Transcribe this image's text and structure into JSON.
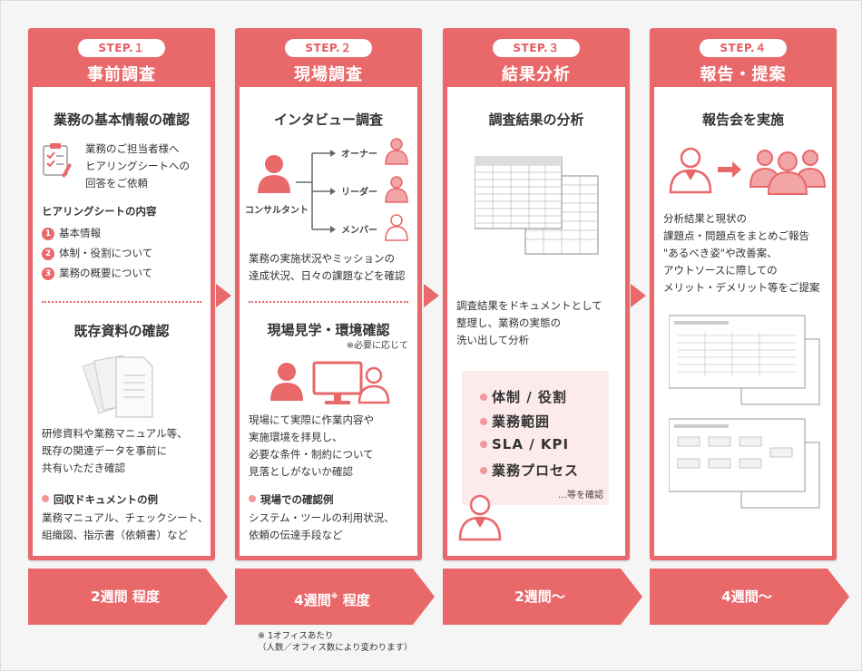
{
  "steps": [
    {
      "label": "STEP.１",
      "title": "事前調査",
      "sec1_title": "業務の基本情報の確認",
      "sec1_text": [
        "業務のご担当者様へ",
        "ヒアリングシートへの",
        "回答をご依頼"
      ],
      "list_heading": "ヒアリングシートの内容",
      "list_items": [
        {
          "num": "1",
          "text": "基本情報"
        },
        {
          "num": "2",
          "text": "体制・役割について"
        },
        {
          "num": "3",
          "text": "業務の概要について"
        }
      ],
      "sec2_title": "既存資料の確認",
      "sec2_text": [
        "研修資料や業務マニュアル等、",
        "既存の関連データを事前に",
        "共有いただき確認"
      ],
      "examples_heading": "回収ドキュメントの例",
      "examples_text": [
        "業務マニュアル、チェックシート、",
        "組織図、指示書（依頼書）など"
      ],
      "duration": "2週間 程度"
    },
    {
      "label": "STEP.２",
      "title": "現場調査",
      "sec1_title": "インタビュー調査",
      "consultant_label": "コンサルタント",
      "roles": [
        "オーナー",
        "リーダー",
        "メンバー"
      ],
      "sec1_text": [
        "業務の実施状況やミッションの",
        "達成状況、日々の課題などを確認"
      ],
      "sec2_title": "現場見学・環境確認",
      "sec2_note": "※必要に応じて",
      "sec2_text": [
        "現場にて実際に作業内容や",
        "実施環境を拝見し、",
        "必要な条件・制約について",
        "見落としがないか確認"
      ],
      "examples_heading": "現場での確認例",
      "examples_text": [
        "システム・ツールの利用状況、",
        "依頼の伝達手段など"
      ],
      "duration_main": "4週間",
      "duration_mark": "※",
      "duration_suffix": " 程度"
    },
    {
      "label": "STEP.３",
      "title": "結果分析",
      "sec1_title": "調査結果の分析",
      "sec1_text": [
        "調査結果をドキュメントとして",
        "整理し、業務の実態の",
        "洗い出して分析"
      ],
      "tags": [
        "体制 / 役割",
        "業務範囲",
        "SLA / KPI",
        "業務プロセス"
      ],
      "tags_suffix": "…等を確認",
      "duration": "2週間〜"
    },
    {
      "label": "STEP.４",
      "title": "報告・提案",
      "sec1_title": "報告会を実施",
      "sec1_text": [
        "分析結果と現状の",
        "課題点・問題点をまとめご報告",
        "\"あるべき姿\"や改善案、",
        "アウトソースに際しての",
        "メリット・デメリット等をご提案"
      ],
      "duration": "4週間〜"
    }
  ],
  "footnote": [
    "※ 1オフィスあたり",
    "（人数／オフィス数により変わります）"
  ],
  "colors": {
    "accent": "#e9686a",
    "accent_light": "#f0999b",
    "tag_bg": "#fdeaea"
  }
}
